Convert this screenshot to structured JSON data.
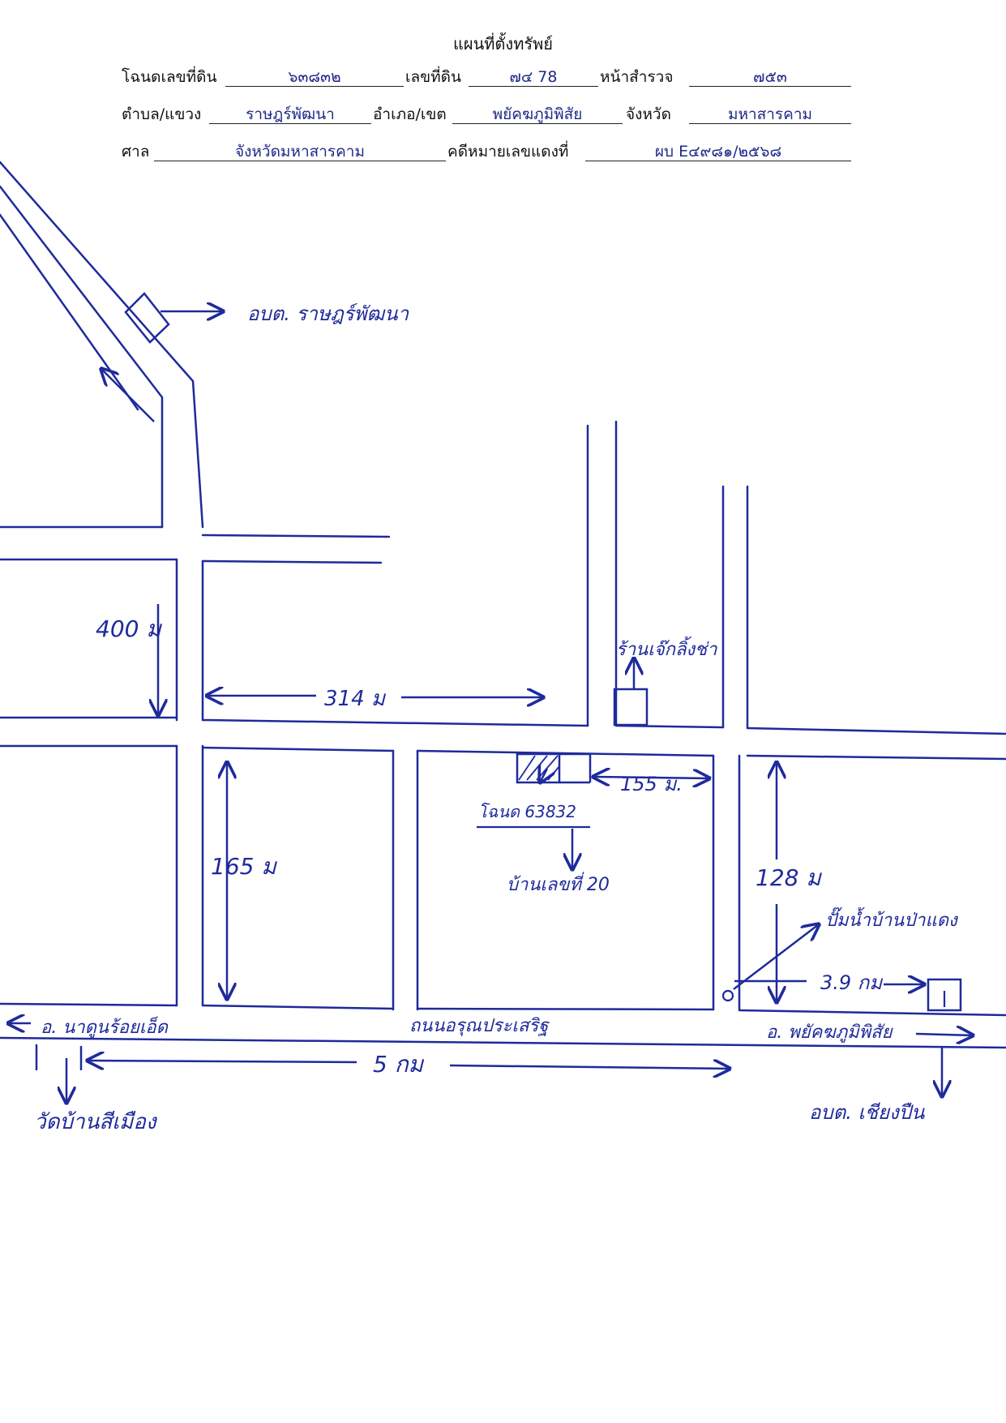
{
  "header": {
    "title": "แผนที่ตั้งทรัพย์",
    "row1": {
      "deed_label": "โฉนดเลขที่ดิน",
      "deed_value": "๖๓๘๓๒",
      "land_no_label": "เลขที่ดิน",
      "land_no_value": "๗๔ 78",
      "survey_label": "หน้าสำรวจ",
      "survey_value": "๗๕๓"
    },
    "row2": {
      "subdistrict_label": "ตำบล/แขวง",
      "subdistrict_value": "ราษฎร์พัฒนา",
      "district_label": "อำเภอ/เขต",
      "district_value": "พยัคฆภูมิพิสัย",
      "province_label": "จังหวัด",
      "province_value": "มหาสารคาม"
    },
    "row3": {
      "court_label": "ศาล",
      "court_value": "จังหวัดมหาสารคาม",
      "case_label": "คดีหมายเลขแดงที่",
      "case_value": "ผบ E๔๙๘๑/๒๕๖๘"
    }
  },
  "map": {
    "labels": {
      "sao_ratpattana": "อบต. ราษฎร์พัฒนา",
      "dist_400": "400 ม",
      "dist_314": "314 ม",
      "dist_165": "165 ม",
      "dist_155": "155 ม.",
      "dist_128": "128 ม",
      "dist_39km": "3.9 กม",
      "dist_5km": "5 กม",
      "shop": "ร้านเจ๊กลิ้งช่า",
      "deed_plot": "โฉนด 63832",
      "house_no": "บ้านเลขที่ 20",
      "pump_station": "ปั๊มน้ำบ้านป่าแดง",
      "to_left": "อ. นาดูนร้อยเอ็ด",
      "road_name": "ถนนอรุณประเสริฐ",
      "to_right": "อ. พยัคฆภูมิพิสัย",
      "temple": "วัดบ้านสีเมือง",
      "sao_chiang": "อบต. เชียงปืน"
    },
    "colors": {
      "ink": "#1f2a9c",
      "print": "#111111"
    }
  }
}
